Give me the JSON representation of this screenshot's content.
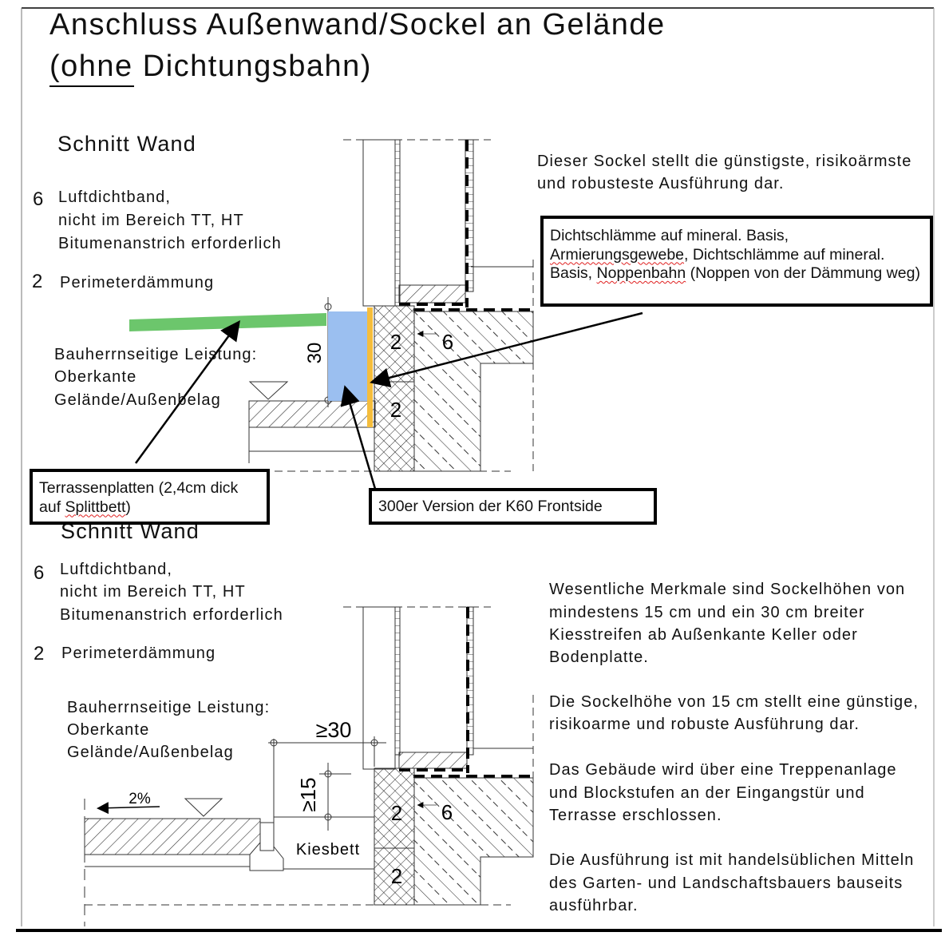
{
  "title": {
    "line1": "Anschluss Außenwand/Sockel an Gelände",
    "line2": "(ohne Dichtungsbahn)"
  },
  "top": {
    "heading": "Schnitt Wand",
    "legend": [
      {
        "num": "6",
        "lines": [
          "Luftdichtband,",
          "nicht im Bereich TT, HT",
          "Bitumenanstrich erforderlich"
        ]
      },
      {
        "num": "2",
        "lines": [
          "Perimeterdämmung"
        ]
      }
    ],
    "owner": [
      "Bauherrnseitige Leistung:",
      "Oberkante",
      "Gelände/Außenbelag"
    ],
    "note": [
      "Dieser Sockel stellt die günstigste, risikoärmste",
      "und robusteste Ausführung dar."
    ],
    "dims": {
      "height": "30",
      "ins1": "2",
      "ins2": "2",
      "seal": "6"
    }
  },
  "callouts": {
    "seal": {
      "p1": "Dichtschlämme auf mineral. Basis, ",
      "w1": "Armierungsgewebe",
      "p2": ", Dichtschlämme auf mineral. Basis, ",
      "w2": "Noppenbahn",
      "p3": " (Noppen von der Dämmung weg)"
    },
    "tiles": {
      "p1": "Terrassenplatten (2,4cm dick auf ",
      "w1": "Splittbett",
      "p2": ")"
    },
    "k60": "300er Version der K60 Frontside"
  },
  "bottom": {
    "heading": "Schnitt Wand",
    "legend": [
      {
        "num": "6",
        "lines": [
          "Luftdichtband,",
          "nicht im Bereich TT, HT",
          "Bitumenanstrich erforderlich"
        ]
      },
      {
        "num": "2",
        "lines": [
          "Perimeterdämmung"
        ]
      }
    ],
    "owner": [
      "Bauherrnseitige Leistung:",
      "Oberkante",
      "Gelände/Außenbelag"
    ],
    "notes": [
      [
        "Wesentliche Merkmale sind Sockelhöhen von",
        "mindestens 15 cm und ein 30 cm breiter",
        "Kiesstreifen ab Außenkante Keller oder",
        "Bodenplatte."
      ],
      [
        "Die Sockelhöhe von 15 cm stellt eine günstige,",
        "risikoarme und robuste Ausführung dar."
      ],
      [
        "Das Gebäude wird über eine Treppenanlage",
        "und Blockstufen an der Eingangstür und",
        "Terrasse erschlossen."
      ],
      [
        "Die Ausführung ist mit handelsüblichen Mitteln",
        "des Garten- und Landschaftsbauers bauseits",
        "ausführbar."
      ]
    ],
    "dims": {
      "width": "≥30",
      "height": "≥15",
      "slope": "2%",
      "gravel": "Kiesbett",
      "ins1": "2",
      "ins2": "2",
      "seal": "6"
    }
  },
  "colors": {
    "terrace": "#6cc66c",
    "k60": "#9bbff0",
    "coating": "#f5bd3c"
  }
}
